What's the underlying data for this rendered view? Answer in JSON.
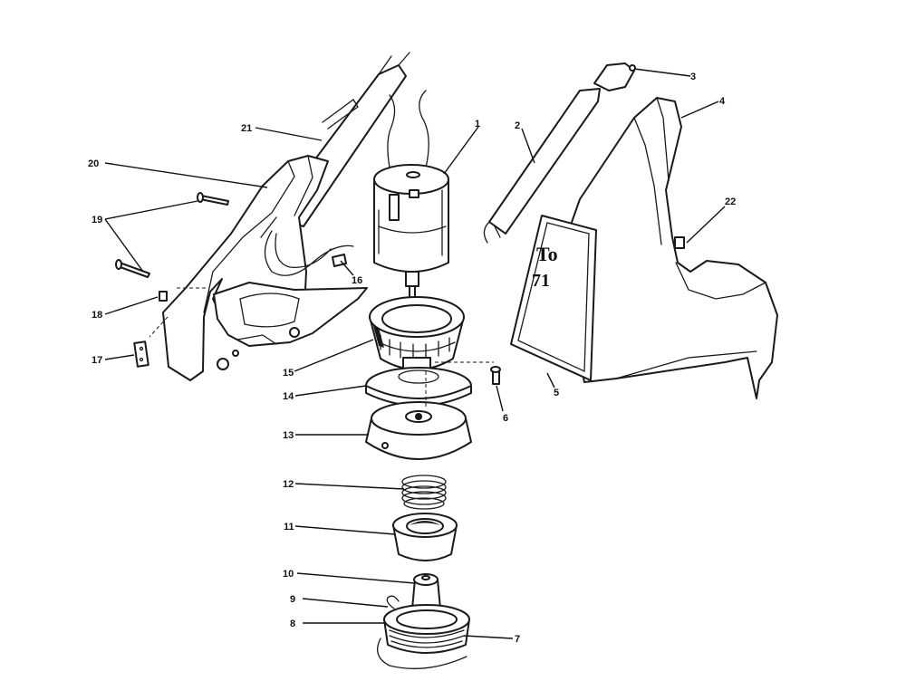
{
  "callouts": [
    "1",
    "2",
    "3",
    "4",
    "5",
    "6",
    "7",
    "8",
    "9",
    "10",
    "11",
    "12",
    "13",
    "14",
    "15",
    "16",
    "17",
    "18",
    "19",
    "20",
    "21",
    "22"
  ],
  "decal": {
    "line1": "To",
    "line2": "71"
  }
}
